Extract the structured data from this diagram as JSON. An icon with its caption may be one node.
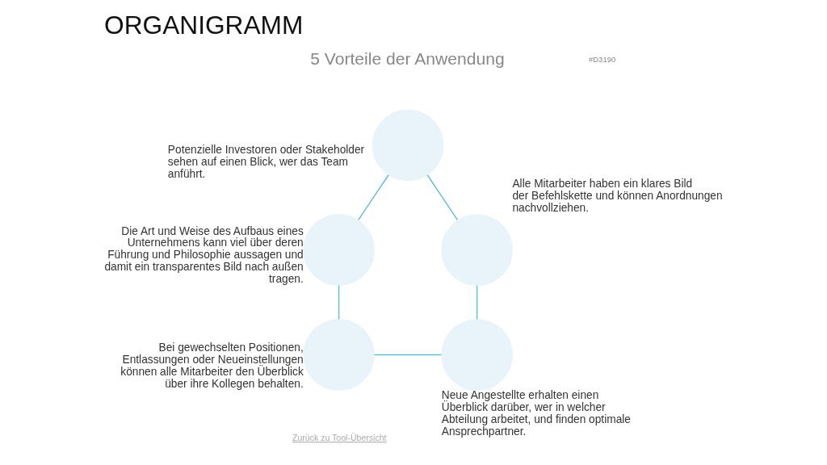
{
  "diagram": {
    "title": "ORGANIGRAMM",
    "nodes": [
      {
        "text": [],
        "shape": "circle",
        "beside": [
          "Potenzielle Investoren oder Stakeholder sehen auf einen Blick, wer das Team anführt."
        ]
      },
      {
        "text": [],
        "shape": "circle",
        "beside": [
          "Die Art und Weise des Aufbaus eines Unternehmens kann viel über deren Führung und Philosophie aussagen und damit ein transparentes Bild nach außen tragen."
        ]
      },
      {
        "text": [],
        "shape": "circle",
        "beside": [
          "Alle Mitarbeiter haben ein klares Bild der Befehlskette und können Anordnungen nachvollziehen."
        ]
      },
      {
        "text": [],
        "shape": "circle",
        "beside": [
          "Bei gewechselten Positionen, Entlassungen oder Neueinstellungen können alle Mitarbeiter den Überblick über ihre Kollegen behalten."
        ]
      },
      {
        "text": [],
        "shape": "circle",
        "beside": [
          "Neue Angestellte erhalten einen Überblick darüber, wer in welcher Abteilung arbeitet, und finden optimale Ansprechpartner."
        ]
      }
    ],
    "edges": [
      {
        "from": 0,
        "to": 1,
        "arrow": "none"
      },
      {
        "from": 0,
        "to": 2,
        "arrow": "none"
      },
      {
        "from": 1,
        "to": 3,
        "arrow": "none"
      },
      {
        "from": 2,
        "to": 4,
        "arrow": "none"
      },
      {
        "from": 3,
        "to": 4,
        "arrow": "none"
      }
    ],
    "labels": [
      "#D3190",
      "5 Vorteile der Anwendung",
      "Zurück zu Tool-Übersicht"
    ]
  }
}
